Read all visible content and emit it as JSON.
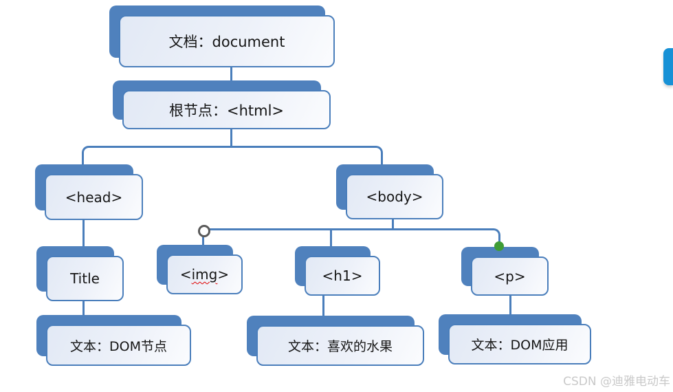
{
  "diagram": {
    "description": "DOM document tree diagram",
    "nodes": {
      "document": {
        "label": "文档：document"
      },
      "html": {
        "label": "根节点：<html>"
      },
      "head": {
        "label": "<head>"
      },
      "body": {
        "label": "<body>"
      },
      "title": {
        "label": "Title"
      },
      "img": {
        "prefix": "<",
        "word": "img",
        "suffix": ">"
      },
      "h1": {
        "label": "<h1>"
      },
      "p": {
        "label": "<p>"
      },
      "text_head": {
        "label": "文本：DOM节点"
      },
      "text_h1": {
        "label": "文本：喜欢的水果"
      },
      "text_p": {
        "label": "文本：DOM应用"
      }
    },
    "colors": {
      "node_back_plate": "#4f81bd",
      "node_border": "#4a7ebb",
      "node_fill_light": "#edf1f9",
      "connector": "#4a7ebb",
      "open_endpoint_stroke": "#595959",
      "connected_endpoint_fill": "#3f9c35",
      "scroll_pill": "#1791d6",
      "misspell_underline": "#e00000",
      "watermark_text": "#c9c9c9"
    }
  },
  "watermark": {
    "label": "CSDN @迪雅电动车"
  }
}
